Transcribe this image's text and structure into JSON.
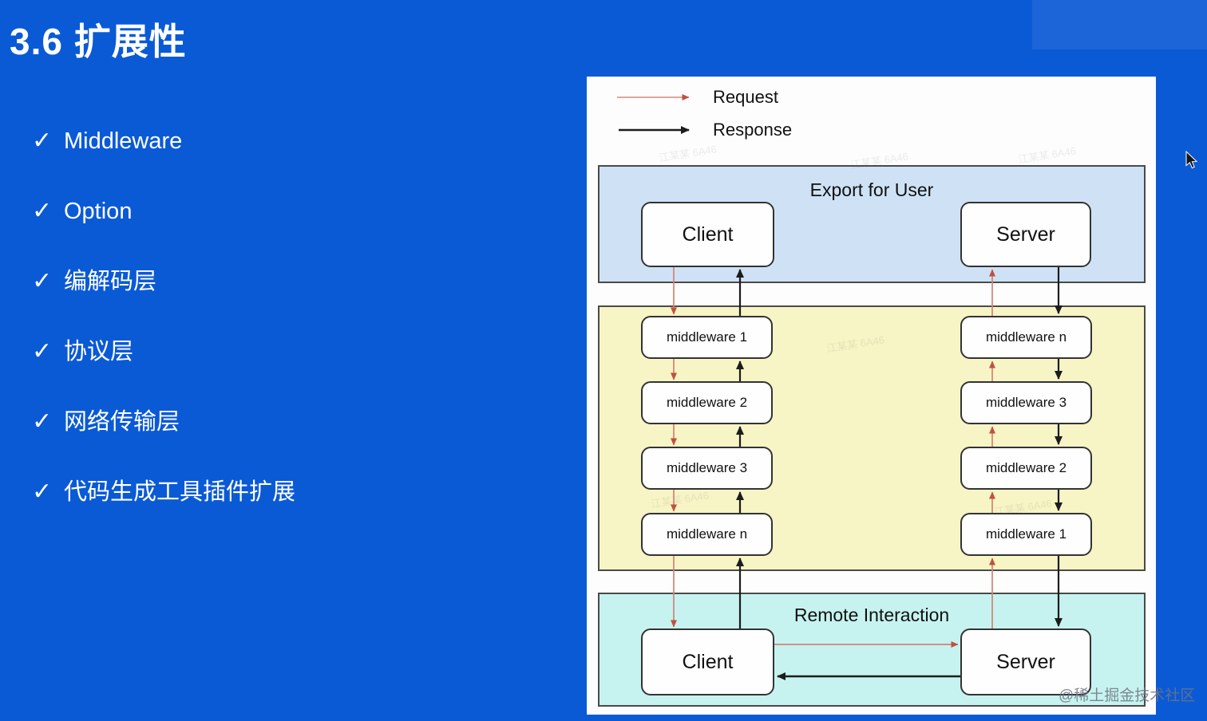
{
  "page": {
    "title": "3.6 扩展性"
  },
  "checklist": {
    "check": "✓",
    "items": [
      "Middleware",
      "Option",
      "编解码层",
      "协议层",
      "网络传输层",
      "代码生成工具插件扩展"
    ]
  },
  "diagram": {
    "legend": {
      "request": "Request",
      "response": "Response"
    },
    "export_panel": {
      "title": "Export for User",
      "client": "Client",
      "server": "Server"
    },
    "middleware_left": [
      "middleware 1",
      "middleware 2",
      "middleware 3",
      "middleware n"
    ],
    "middleware_right": [
      "middleware n",
      "middleware 3",
      "middleware 2",
      "middleware 1"
    ],
    "remote_panel": {
      "title": "Remote Interaction",
      "client": "Client",
      "server": "Server"
    }
  },
  "watermark": {
    "text": "@稀土掘金技术社区",
    "faint_text": "江某某 6A46"
  },
  "colors": {
    "background": "#0a5ad6",
    "panel_export": "#cfe2f5",
    "panel_middleware": "#f7f4c5",
    "panel_remote": "#c6f3f0",
    "request_arrow": "#c96a5c",
    "response_arrow": "#1c1c1c"
  }
}
